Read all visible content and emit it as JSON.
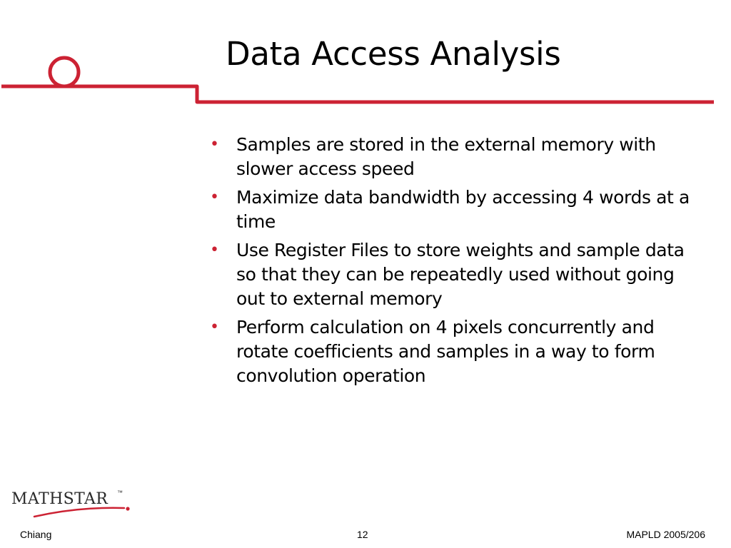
{
  "slide": {
    "title": "Data Access Analysis",
    "bullets": [
      {
        "text": "Samples are stored in the external memory with slower access speed"
      },
      {
        "text": "Maximize data bandwidth by accessing 4 words at a time"
      },
      {
        "text": "Use Register Files to store weights and sample data so that they can be repeatedly used without going out to external memory"
      },
      {
        "text": "Perform calculation on 4 pixels concurrently and rotate coefficients and samples in a way to form convolution operation"
      }
    ],
    "bullet_glyph": "•"
  },
  "logo": {
    "text": "MATHSTAR",
    "tm": "™"
  },
  "footer": {
    "left": "Chiang",
    "center": "12",
    "right": "MAPLD 2005/206"
  },
  "colors": {
    "accent_red": "#cc2233",
    "title_text": "#000000",
    "line_color": "#cc2233"
  }
}
